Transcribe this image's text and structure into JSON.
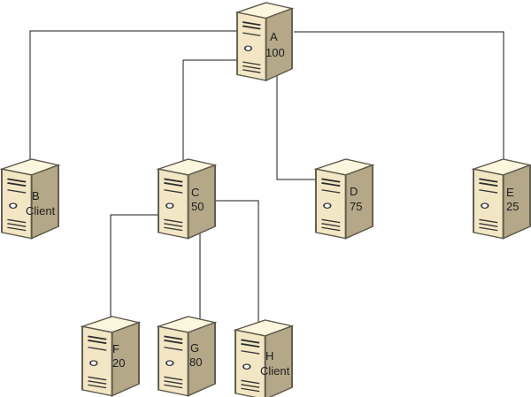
{
  "nodes": {
    "a": {
      "name": "A",
      "value": "100"
    },
    "b": {
      "name": "B",
      "value": "Client"
    },
    "c": {
      "name": "C",
      "value": "50"
    },
    "d": {
      "name": "D",
      "value": "75"
    },
    "e": {
      "name": "E",
      "value": "25"
    },
    "f": {
      "name": "F",
      "value": "20"
    },
    "g": {
      "name": "G",
      "value": "80"
    },
    "h": {
      "name": "H",
      "value": "Client"
    }
  },
  "edges": [
    {
      "from": "A",
      "to": "B"
    },
    {
      "from": "A",
      "to": "C"
    },
    {
      "from": "A",
      "to": "D"
    },
    {
      "from": "A",
      "to": "E"
    },
    {
      "from": "C",
      "to": "F"
    },
    {
      "from": "C",
      "to": "G"
    },
    {
      "from": "C",
      "to": "H"
    }
  ]
}
